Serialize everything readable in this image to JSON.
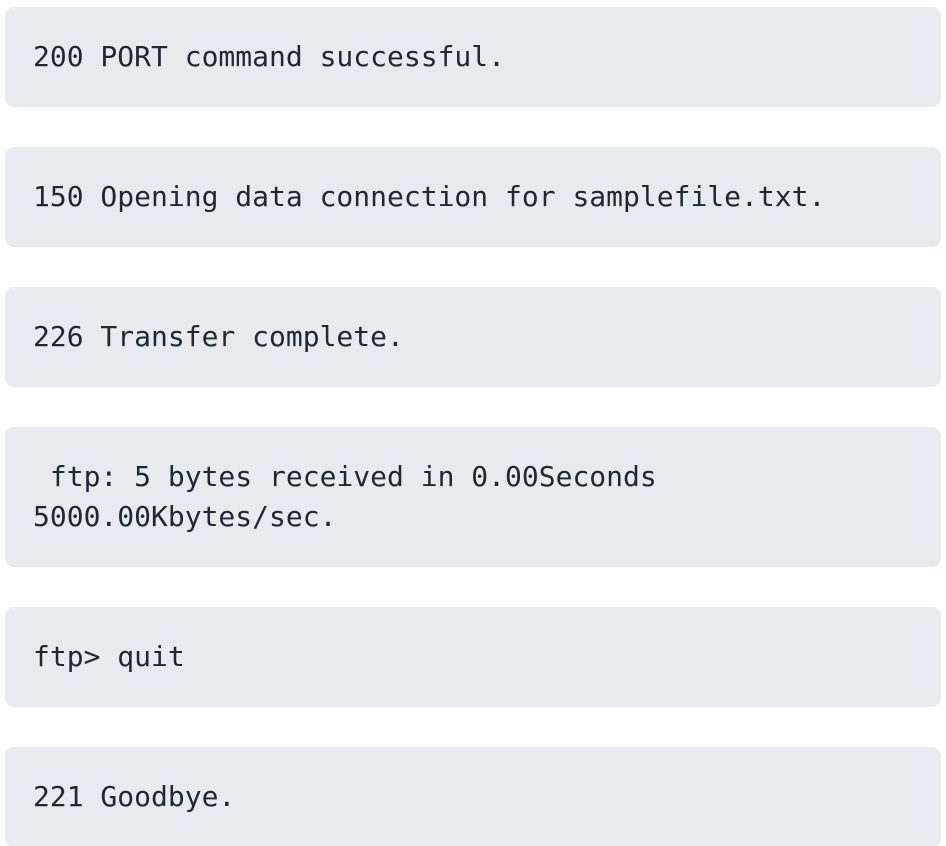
{
  "session": {
    "type": "ftp-client-transcript",
    "background_color": "#ffffff",
    "bubble_color": "#e7eaee",
    "text_color": "#1e2836"
  },
  "messages": [
    {
      "id": "msg-200-port",
      "text": "200 PORT command successful.",
      "wrapped": false
    },
    {
      "id": "msg-150-opening",
      "text": "150 Opening data connection for samplefile.txt.",
      "wrapped": false
    },
    {
      "id": "msg-226-transfer",
      "text": "226 Transfer complete.",
      "wrapped": false
    },
    {
      "id": "msg-ftp-stats",
      "text": " ftp: 5 bytes received in 0.00Seconds 5000.00Kbytes/sec.",
      "wrapped": true
    },
    {
      "id": "msg-ftp-quit",
      "text": "ftp> quit",
      "wrapped": false
    },
    {
      "id": "msg-221-goodbye",
      "text": "221 Goodbye.",
      "wrapped": false
    }
  ]
}
